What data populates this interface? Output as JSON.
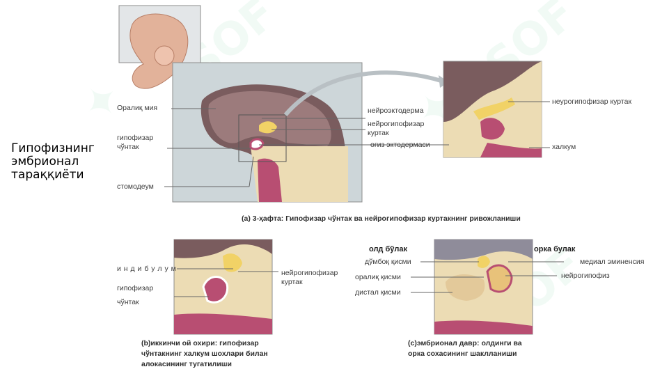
{
  "slide": {
    "title": "Гипофизнинг эмбрионал тараққиёти"
  },
  "panel_a": {
    "labels": {
      "oraliq_miya": "Оралиқ мия",
      "gipofizar_chuntak": "гипофизар\nчўнтак",
      "stomodeum": "стомодеум",
      "neyroektoderma": "нейроэктодерма",
      "neyrogipofizar_kurtak": "нейрогипофизар\nкуртак",
      "ogiz_ektodermasi": "оғиз эктодермаси",
      "neurogipofizar_kurtak_zoom": "неурогипофизар куртак",
      "halqum": "халкум"
    },
    "caption": "(a) 3-ҳафта: Гипофизар чўнтак ва нейрогипофизар куртакнинг  ривожланиши"
  },
  "panel_b": {
    "labels": {
      "indibulum": "и н д и б у л у м",
      "gipofizar": "гипофизар",
      "chuntak": "чўнтак",
      "neyrogipofizar_kurtak": "нейрогипофизар\nкуртак"
    },
    "caption": "(b)иккинчи ой охири: гипофизар\nчўнтакнинг халкум шохлари билан\nалокасининг тугатилиши"
  },
  "panel_c": {
    "headers": {
      "old_bulak": "олд бўлак",
      "orka_bulak": "орка булак"
    },
    "labels": {
      "dumboq_qismi": "дўмбоқ қисми",
      "oraliq_qismi": "оралиқ қисми",
      "distal_qismi": "дистал қисми",
      "medial_eminensiya": "медиал эминенсия",
      "neyrogipofiz": "нейрогипофиз"
    },
    "caption": "(c)эмбрионал давр: олдинги ва\nорка сохасининг шаклланиши"
  },
  "colors": {
    "brain": "#8a6a6a",
    "yellow": "#f1d266",
    "pink": "#b84e72",
    "tissue": "#ecdcb4",
    "frame": "#c9d4d8"
  }
}
